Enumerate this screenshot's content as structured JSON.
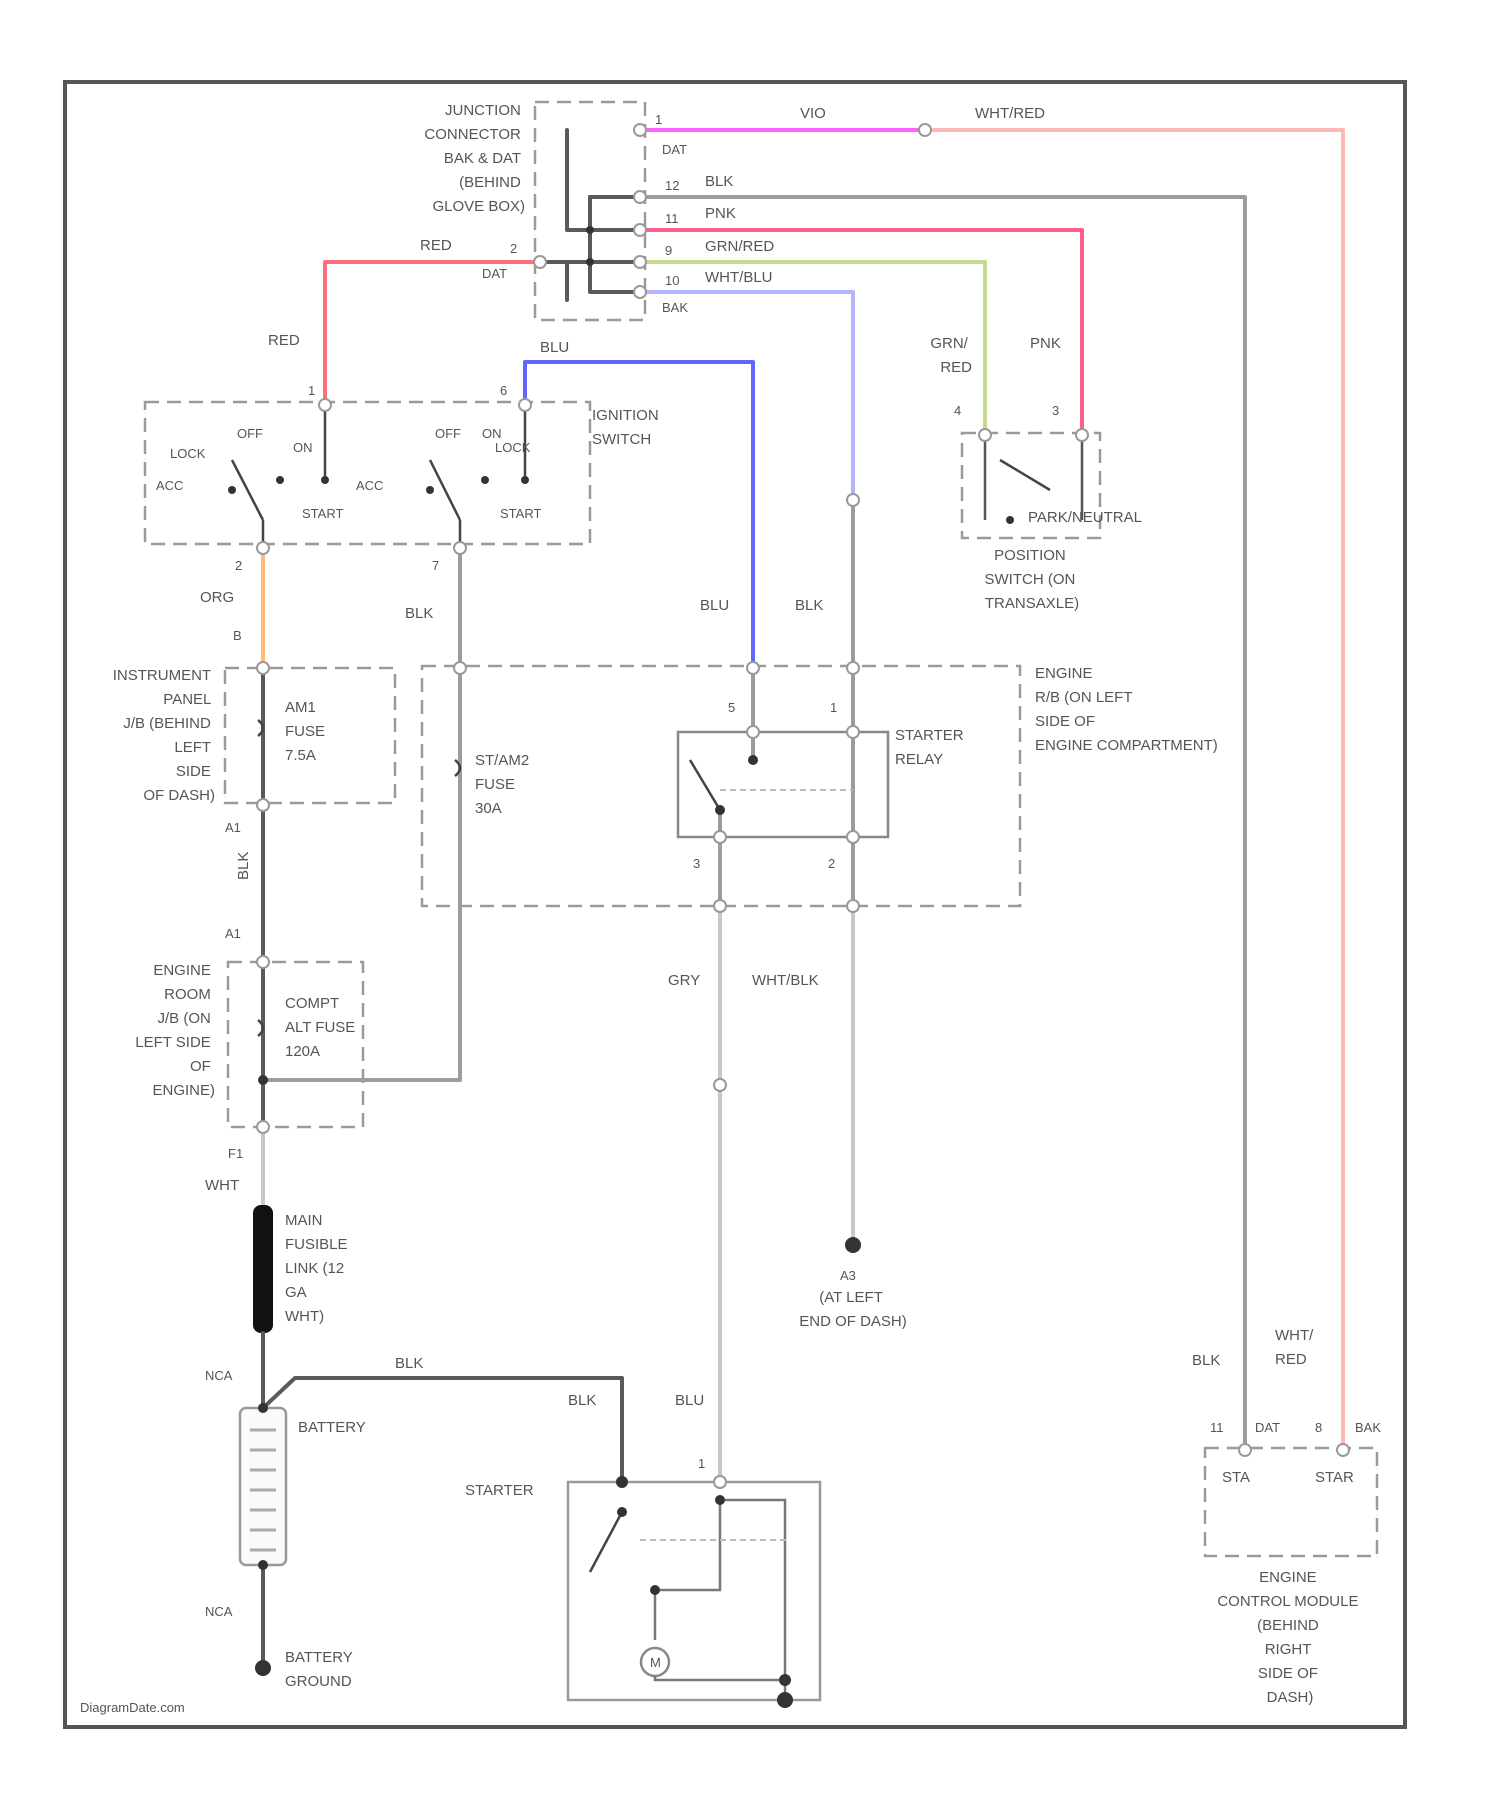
{
  "colors": {
    "red": "#ff6f7a",
    "pink": "#ff5f86",
    "violet": "#ff63ff",
    "wht_red": "#ffb8b8",
    "green": "#c4da8c",
    "blue": "#6464ff",
    "light_blue": "#b4b4ff",
    "orange": "#ffbb77",
    "black_wire": "#5a5a5a",
    "frame": "#555555"
  },
  "junction_connector": {
    "label_lines": [
      "JUNCTION",
      "CONNECTOR",
      "BAK & DAT",
      "(BEHIND",
      "GLOVE BOX)"
    ]
  },
  "wire_labels": {
    "vio": "VIO",
    "wht_red": "WHT/RED",
    "blk_12": "BLK",
    "pnk_11": "PNK",
    "grn_red_9": "GRN/RED",
    "wht_blu_10": "WHT/BLU",
    "red_top": "RED",
    "red_left": "RED",
    "blu_top": "BLU",
    "grn_red_stack": [
      "GRN/",
      "RED"
    ],
    "pnk_right": "PNK",
    "org": "ORG",
    "blk_ign": "BLK",
    "blu_mid": "BLU",
    "blk_mid": "BLK",
    "blk_vert": "BLK",
    "gry": "GRY",
    "wht_blk": "WHT/BLK",
    "wht": "WHT",
    "blk_batt": "BLK",
    "blk_starter": "BLK",
    "blu_starter": "BLU",
    "blk_ecm": "BLK",
    "wht_red_ecm": [
      "WHT/",
      "RED"
    ]
  },
  "pins": {
    "jc_1": "1",
    "jc_12": "12",
    "jc_11": "11",
    "jc_9": "9",
    "jc_10": "10",
    "jc_2": "2",
    "dat_1": "DAT",
    "dat_2": "DAT",
    "bak": "BAK",
    "ign_1": "1",
    "ign_6": "6",
    "ign_2": "2",
    "ign_7": "7",
    "pos_4": "4",
    "pos_3": "3",
    "fuse_b": "B",
    "fuse_a1": "A1",
    "fuse_a1b": "A1",
    "fuse_f1": "F1",
    "relay_5": "5",
    "relay_1": "1",
    "relay_3": "3",
    "relay_2": "2",
    "starter_1": "1",
    "ecm_11": "11",
    "ecm_8": "8",
    "ecm_dat": "DAT",
    "ecm_bak": "BAK",
    "nca_1": "NCA",
    "nca_2": "NCA",
    "ground_a3": "A3"
  },
  "ignition_switch": {
    "label_lines": [
      "IGNITION",
      "SWITCH"
    ],
    "left": {
      "lock": "LOCK",
      "off": "OFF",
      "on": "ON",
      "acc": "ACC",
      "start": "START"
    },
    "right": {
      "off": "OFF",
      "on": "ON",
      "lock": "LOCK",
      "acc": "ACC",
      "start": "START"
    }
  },
  "position_switch": {
    "contact_label": "PARK/NEUTRAL",
    "label_lines": [
      "POSITION",
      "SWITCH (ON",
      "TRANSAXLE)"
    ]
  },
  "instrument_panel_jb": {
    "label_lines": [
      "INSTRUMENT",
      "PANEL",
      "J/B (BEHIND",
      "LEFT",
      "SIDE",
      "OF DASH)"
    ],
    "fuse_lines": [
      "AM1",
      "FUSE",
      "7.5A"
    ]
  },
  "engine_room_jb": {
    "label_lines": [
      "ENGINE",
      "ROOM",
      "J/B (ON",
      "LEFT SIDE",
      "OF",
      "ENGINE)"
    ],
    "fuse_lines": [
      "COMPT",
      "ALT FUSE",
      "120A"
    ]
  },
  "sta_fuse": {
    "label_lines": [
      "ST/AM2",
      "FUSE",
      "30A"
    ]
  },
  "engine_rb": {
    "label_lines": [
      "ENGINE",
      "R/B (ON LEFT",
      "SIDE OF",
      "ENGINE COMPARTMENT)"
    ]
  },
  "starter_relay": {
    "label_lines": [
      "STARTER",
      "RELAY"
    ]
  },
  "fusible_link": {
    "label_lines": [
      "MAIN",
      "FUSIBLE",
      "LINK (12",
      "GA",
      "WHT)"
    ]
  },
  "battery": {
    "label": "BATTERY"
  },
  "battery_ground": {
    "label_lines": [
      "BATTERY",
      "GROUND"
    ]
  },
  "ground_a3": {
    "label_lines": [
      "(AT LEFT",
      "END OF DASH)"
    ]
  },
  "starter": {
    "label": "STARTER",
    "motor_label": "M"
  },
  "ecm": {
    "sta": "STA",
    "star": "STAR",
    "label_lines": [
      "ENGINE",
      "CONTROL MODULE",
      "(BEHIND",
      "RIGHT",
      "SIDE OF",
      "DASH)"
    ]
  },
  "watermark": "DiagramDate.com"
}
